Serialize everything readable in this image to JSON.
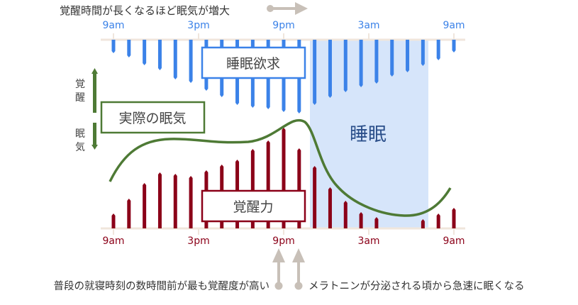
{
  "top_note": "覚醒時間が長くなるほど眠気が増大",
  "time_ticks": [
    "9am",
    "3pm",
    "9pm",
    "3am",
    "9am"
  ],
  "labels": {
    "sleep_need": "睡眠欲求",
    "actual_sleepiness": "実際の眠気",
    "alertness": "覚醒力",
    "sleep": "睡眠",
    "axis_awake": "覚醒",
    "axis_sleepy": "眠気"
  },
  "bottom_notes": {
    "left": "普段の就寝時刻の数時間前が最も覚醒度が高い",
    "right": "メラトニンが分泌される頃から急速に眠くなる"
  },
  "colors": {
    "blue": "#3b82e8",
    "red": "#8b0018",
    "green": "#4e7a35",
    "sleep_bg": "#d6e5fa",
    "sleep_text": "#2b4f8a",
    "arrow": "#c8c0b8"
  },
  "chart_data": {
    "type": "bar",
    "x": [
      "9am",
      "",
      "",
      "",
      "",
      "",
      "3pm",
      "",
      "",
      "",
      "",
      "",
      "9pm",
      "",
      "",
      "",
      "",
      "",
      "3am",
      "",
      "",
      "",
      "",
      "",
      "9am"
    ],
    "series": [
      {
        "name": "睡眠欲求",
        "values": [
          19,
          25,
          36,
          43,
          56,
          61,
          72,
          81,
          92,
          96,
          98,
          102,
          104,
          92,
          82,
          74,
          67,
          62,
          52,
          46,
          37,
          29,
          18
        ]
      },
      {
        "name": "覚醒力",
        "values": [
          21,
          42,
          64,
          79,
          77,
          74,
          82,
          90,
          97,
          112,
          124,
          142,
          113,
          88,
          58,
          39,
          23,
          16,
          0,
          0,
          13,
          21,
          29
        ]
      }
    ],
    "sleep_period": [
      "~10:30pm",
      "~6:30am"
    ]
  }
}
